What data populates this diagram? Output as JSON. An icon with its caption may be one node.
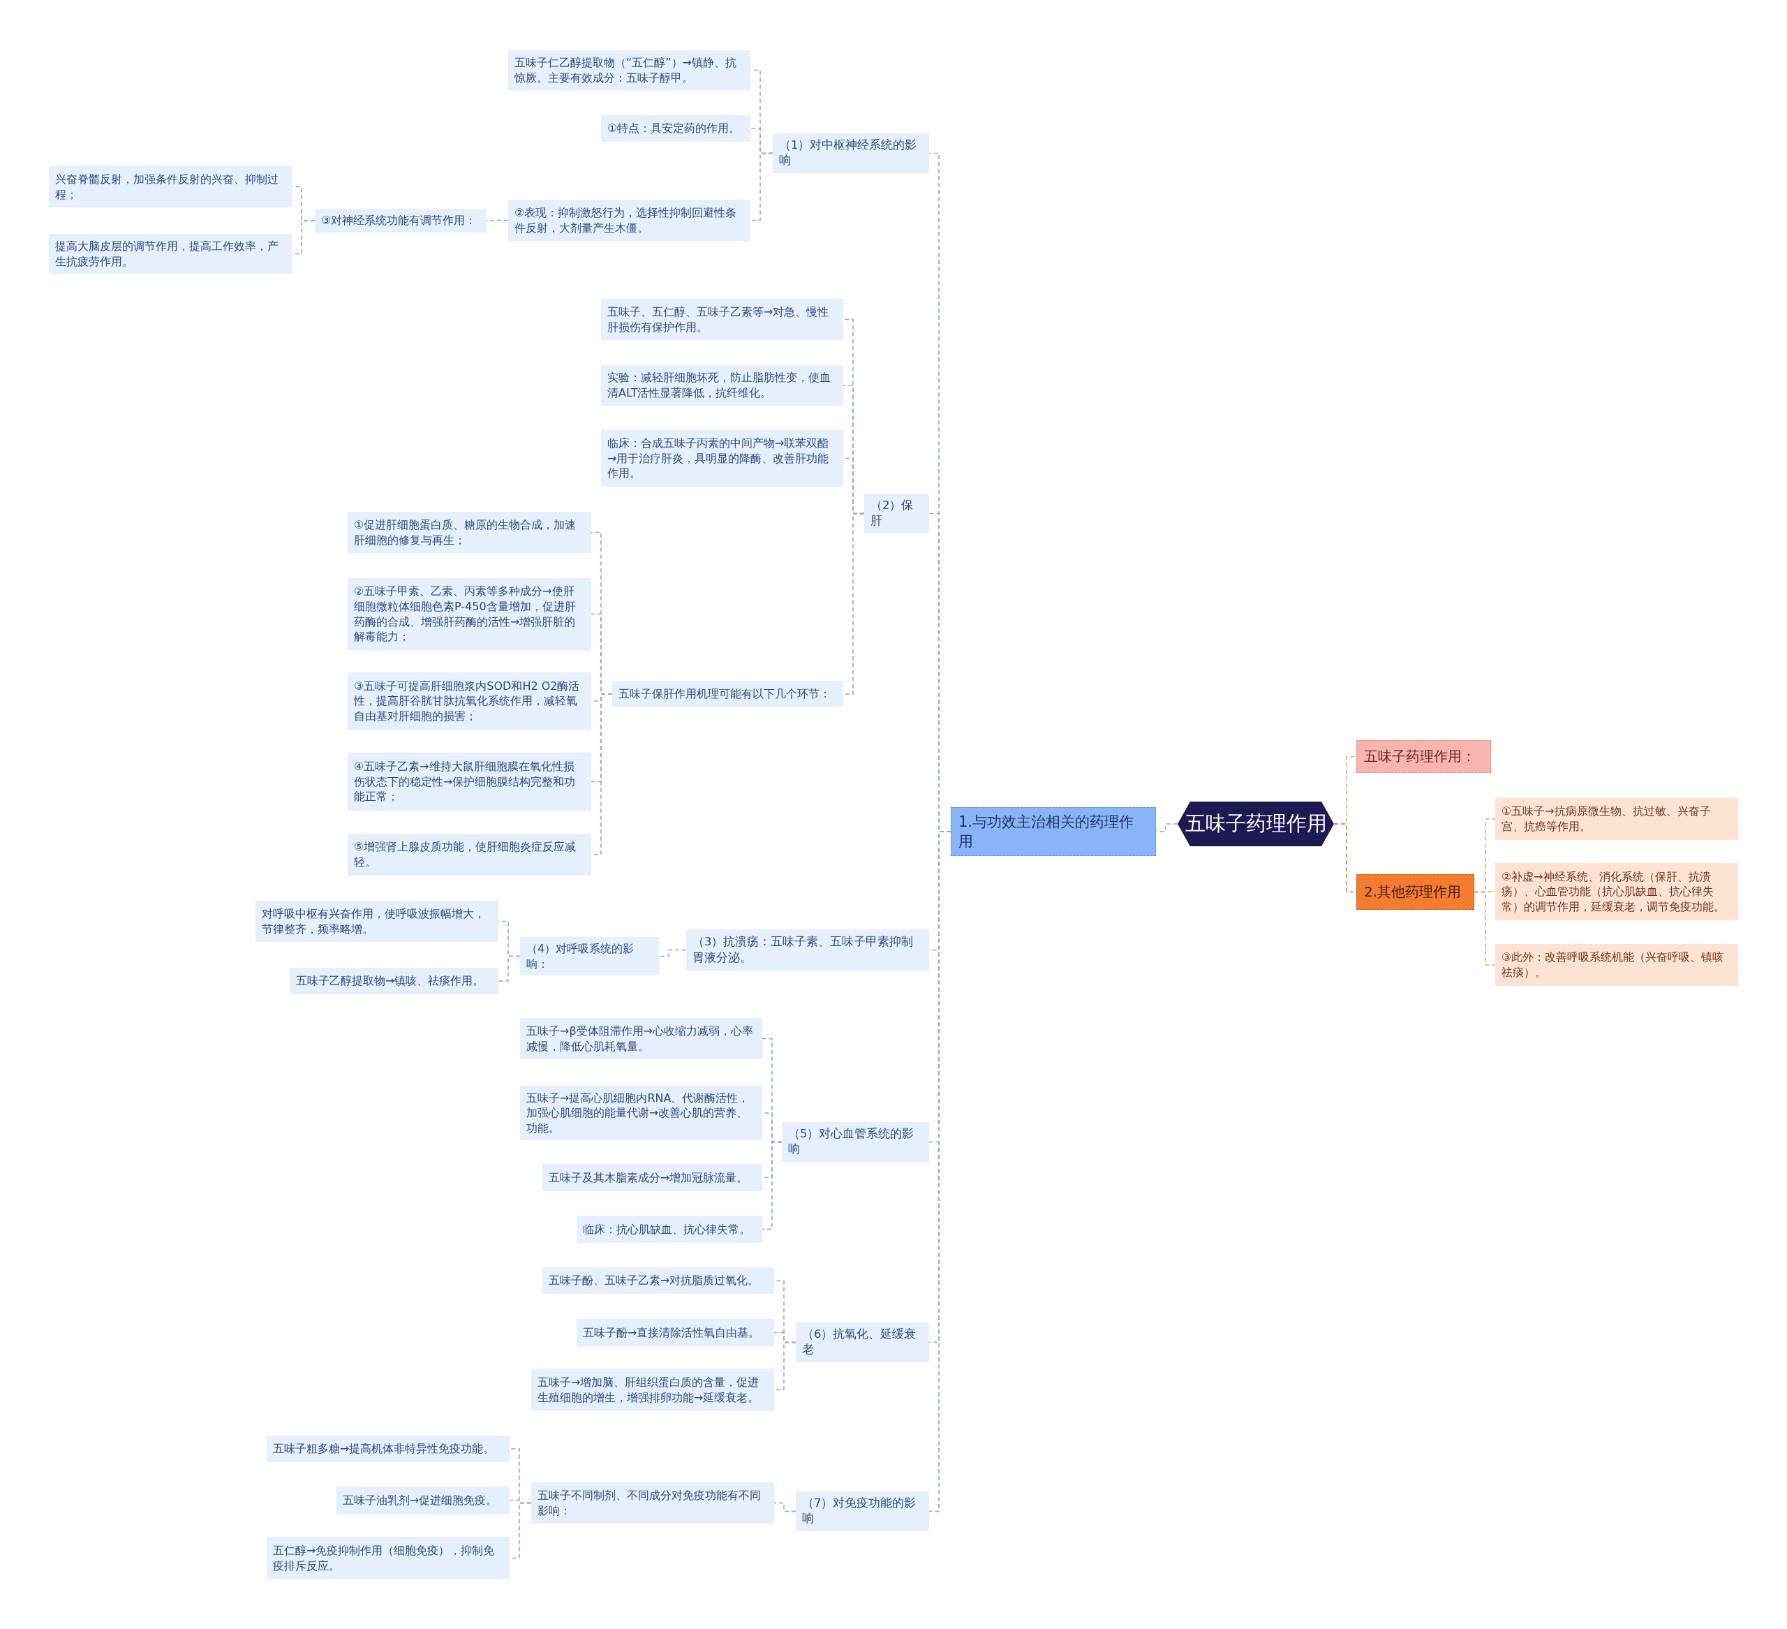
{
  "diagram": {
    "nodes": [
      {
        "text": [
          "五味子药理作用"
        ]
      },
      {
        "text": [
          "1.与功效主治相关的药理作用"
        ]
      },
      {
        "text": [
          "（1）对中枢神经系统的影响"
        ]
      },
      {
        "text": [
          "五味子仁乙醇提取物（“五仁醇”）→镇静、抗惊厥。主要有效成分：五味子醇甲。"
        ]
      },
      {
        "text": [
          "①特点：具安定药的作用。"
        ]
      },
      {
        "text": [
          "②表现：抑制激怒行为，选择性抑制回避性条件反射，大剂量产生木僵。"
        ]
      },
      {
        "text": [
          "③对神经系统功能有调节作用："
        ]
      },
      {
        "text": [
          "兴奋脊髓反射，加强条件反射的兴奋、抑制过程；"
        ]
      },
      {
        "text": [
          "提高大脑皮层的调节作用，提高工作效率，产生抗疲劳作用。"
        ]
      },
      {
        "text": [
          "（2）保肝"
        ]
      },
      {
        "text": [
          "五味子、五仁醇、五味子乙素等→对急、慢性肝损伤有保护作用。"
        ]
      },
      {
        "text": [
          "实验：减轻肝细胞坏死，防止脂肪性变，使血清ALT活性显著降低，抗纤维化。"
        ]
      },
      {
        "text": [
          "临床：合成五味子丙素的中间产物→联苯双酯→用于治疗肝炎，具明显的降酶、改善肝功能作用。"
        ]
      },
      {
        "text": [
          "五味子保肝作用机理可能有以下几个环节："
        ]
      },
      {
        "text": [
          "①促进肝细胞蛋白质、糖原的生物合成，加速肝细胞的修复与再生；"
        ]
      },
      {
        "text": [
          "②五味子甲素、乙素、丙素等多种成分→使肝细胞微粒体细胞色素P-450含量增加，促进肝药酶的合成、增强肝药酶的活性→增强肝脏的解毒能力；"
        ]
      },
      {
        "text": [
          "③五味子可提高肝细胞浆内SOD和H2 O2酶活性，提高肝谷胱甘肽抗氧化系统作用，减轻氧自由基对肝细胞的损害；"
        ]
      },
      {
        "text": [
          "④五味子乙素→维持大鼠肝细胞膜在氧化性损伤状态下的稳定性→保护细胞膜结构完整和功能正常；"
        ]
      },
      {
        "text": [
          "⑤增强肾上腺皮质功能，使肝细胞炎症反应减轻。"
        ]
      },
      {
        "text": [
          "（3）抗溃疡：五味子素、五味子甲素抑制胃液分泌。"
        ]
      },
      {
        "text": [
          "（4）对呼吸系统的影响："
        ]
      },
      {
        "text": [
          "对呼吸中枢有兴奋作用，使呼吸波振幅增大，节律整齐，频率略增。"
        ]
      },
      {
        "text": [
          "五味子乙醇提取物→镇咳、祛痰作用。"
        ]
      },
      {
        "text": [
          "（5）对心血管系统的影响"
        ]
      },
      {
        "text": [
          "五味子→β受体阻滞作用→心收缩力减弱，心率减慢，降低心肌耗氧量。"
        ]
      },
      {
        "text": [
          "五味子→提高心肌细胞内RNA、代谢酶活性，加强心肌细胞的能量代谢→改善心肌的营养、功能。"
        ]
      },
      {
        "text": [
          "五味子及其木脂素成分→增加冠脉流量。"
        ]
      },
      {
        "text": [
          "临床：抗心肌缺血、抗心律失常。"
        ]
      },
      {
        "text": [
          "（6）抗氧化、延缓衰老"
        ]
      },
      {
        "text": [
          "五味子酚、五味子乙素→对抗脂质过氧化。"
        ]
      },
      {
        "text": [
          "五味子酚→直接清除活性氧自由基。"
        ]
      },
      {
        "text": [
          "五味子→增加脑、肝组织蛋白质的含量，促进生殖细胞的增生，增强排卵功能→延缓衰老。"
        ]
      },
      {
        "text": [
          "（7）对免疫功能的影响"
        ]
      },
      {
        "text": [
          "五味子不同制剂、不同成分对免疫功能有不同影响："
        ]
      },
      {
        "text": [
          "五味子粗多糖→提高机体非特异性免疫功能。"
        ]
      },
      {
        "text": [
          "五味子油乳剂→促进细胞免疫。"
        ]
      },
      {
        "text": [
          "五仁醇→免疫抑制作用（细胞免疫），抑制免疫排斥反应。"
        ]
      },
      {
        "text": [
          "五味子药理作用："
        ]
      },
      {
        "text": [
          "2.其他药理作用"
        ]
      },
      {
        "text": [
          "①五味子→抗病原微生物、抗过敏、兴奋子宫、抗癌等作用。"
        ]
      },
      {
        "text": [
          "②补虚→神经系统、消化系统（保肝、抗溃疡）、心血管功能（抗心肌缺血、抗心律失常）的调节作用，延缓衰老，调节免疫功能。"
        ]
      },
      {
        "text": [
          "③此外：改善呼吸系统机能（兴奋呼吸、镇咳祛痰）。"
        ]
      }
    ],
    "edges": [
      {
        "from": 0,
        "to": 1,
        "arrow": "none"
      },
      {
        "from": 1,
        "to": 2,
        "arrow": "none"
      },
      {
        "from": 2,
        "to": 3,
        "arrow": "none"
      },
      {
        "from": 2,
        "to": 4,
        "arrow": "none"
      },
      {
        "from": 2,
        "to": 5,
        "arrow": "none"
      },
      {
        "from": 5,
        "to": 6,
        "arrow": "none"
      },
      {
        "from": 6,
        "to": 7,
        "arrow": "none"
      },
      {
        "from": 6,
        "to": 8,
        "arrow": "none"
      },
      {
        "from": 1,
        "to": 9,
        "arrow": "none"
      },
      {
        "from": 9,
        "to": 10,
        "arrow": "none"
      },
      {
        "from": 9,
        "to": 11,
        "arrow": "none"
      },
      {
        "from": 9,
        "to": 12,
        "arrow": "none"
      },
      {
        "from": 9,
        "to": 13,
        "arrow": "none"
      },
      {
        "from": 13,
        "to": 14,
        "arrow": "none"
      },
      {
        "from": 13,
        "to": 15,
        "arrow": "none"
      },
      {
        "from": 13,
        "to": 16,
        "arrow": "none"
      },
      {
        "from": 13,
        "to": 17,
        "arrow": "none"
      },
      {
        "from": 13,
        "to": 18,
        "arrow": "none"
      },
      {
        "from": 1,
        "to": 19,
        "arrow": "none"
      },
      {
        "from": 19,
        "to": 20,
        "arrow": "none"
      },
      {
        "from": 20,
        "to": 21,
        "arrow": "none"
      },
      {
        "from": 20,
        "to": 22,
        "arrow": "none"
      },
      {
        "from": 1,
        "to": 23,
        "arrow": "none"
      },
      {
        "from": 23,
        "to": 24,
        "arrow": "none"
      },
      {
        "from": 23,
        "to": 25,
        "arrow": "none"
      },
      {
        "from": 23,
        "to": 26,
        "arrow": "none"
      },
      {
        "from": 23,
        "to": 27,
        "arrow": "none"
      },
      {
        "from": 1,
        "to": 28,
        "arrow": "none"
      },
      {
        "from": 28,
        "to": 29,
        "arrow": "none"
      },
      {
        "from": 28,
        "to": 30,
        "arrow": "none"
      },
      {
        "from": 28,
        "to": 31,
        "arrow": "none"
      },
      {
        "from": 1,
        "to": 32,
        "arrow": "none"
      },
      {
        "from": 32,
        "to": 33,
        "arrow": "none"
      },
      {
        "from": 33,
        "to": 34,
        "arrow": "none"
      },
      {
        "from": 33,
        "to": 35,
        "arrow": "none"
      },
      {
        "from": 33,
        "to": 36,
        "arrow": "none"
      },
      {
        "from": 0,
        "to": 37,
        "arrow": "none",
        "color": "#f0a08a"
      },
      {
        "from": 0,
        "to": 38,
        "arrow": "none",
        "color": "#e8783a"
      },
      {
        "from": 38,
        "to": 39,
        "arrow": "none",
        "color": "#e8a070"
      },
      {
        "from": 38,
        "to": 40,
        "arrow": "none",
        "color": "#e8a070"
      },
      {
        "from": 38,
        "to": 41,
        "arrow": "none",
        "color": "#e8a070"
      }
    ]
  }
}
